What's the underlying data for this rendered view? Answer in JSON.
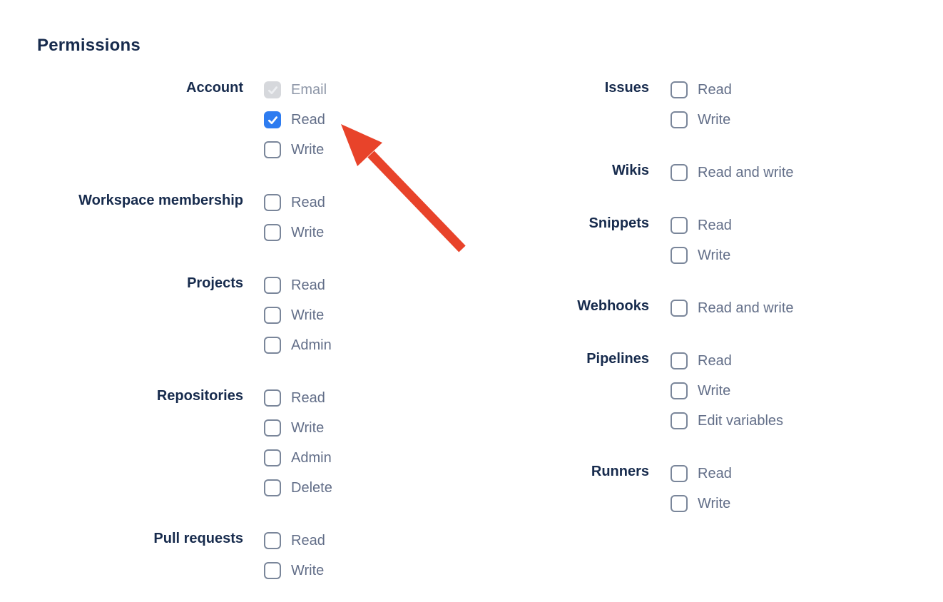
{
  "heading": "Permissions",
  "colors": {
    "heading_text": "#172B4D",
    "group_label_text": "#172B4D",
    "checkbox_label_text": "#626E88",
    "disabled_label_text": "#8E97A8",
    "checkbox_border": "#7A869A",
    "checkbox_checked_bg": "#2E7CF0",
    "checkbox_disabled_bg": "#D6D8DC",
    "arrow": "#E8432A"
  },
  "columns": [
    {
      "name": "left",
      "groups": [
        {
          "label": "Account",
          "items": [
            {
              "label": "Email",
              "state": "checked-disabled"
            },
            {
              "label": "Read",
              "state": "checked"
            },
            {
              "label": "Write",
              "state": "unchecked"
            }
          ]
        },
        {
          "label": "Workspace membership",
          "items": [
            {
              "label": "Read",
              "state": "unchecked"
            },
            {
              "label": "Write",
              "state": "unchecked"
            }
          ]
        },
        {
          "label": "Projects",
          "items": [
            {
              "label": "Read",
              "state": "unchecked"
            },
            {
              "label": "Write",
              "state": "unchecked"
            },
            {
              "label": "Admin",
              "state": "unchecked"
            }
          ]
        },
        {
          "label": "Repositories",
          "items": [
            {
              "label": "Read",
              "state": "unchecked"
            },
            {
              "label": "Write",
              "state": "unchecked"
            },
            {
              "label": "Admin",
              "state": "unchecked"
            },
            {
              "label": "Delete",
              "state": "unchecked"
            }
          ]
        },
        {
          "label": "Pull requests",
          "items": [
            {
              "label": "Read",
              "state": "unchecked"
            },
            {
              "label": "Write",
              "state": "unchecked"
            }
          ]
        }
      ]
    },
    {
      "name": "right",
      "groups": [
        {
          "label": "Issues",
          "items": [
            {
              "label": "Read",
              "state": "unchecked"
            },
            {
              "label": "Write",
              "state": "unchecked"
            }
          ]
        },
        {
          "label": "Wikis",
          "items": [
            {
              "label": "Read and write",
              "state": "unchecked"
            }
          ]
        },
        {
          "label": "Snippets",
          "items": [
            {
              "label": "Read",
              "state": "unchecked"
            },
            {
              "label": "Write",
              "state": "unchecked"
            }
          ]
        },
        {
          "label": "Webhooks",
          "items": [
            {
              "label": "Read and write",
              "state": "unchecked"
            }
          ]
        },
        {
          "label": "Pipelines",
          "items": [
            {
              "label": "Read",
              "state": "unchecked"
            },
            {
              "label": "Write",
              "state": "unchecked"
            },
            {
              "label": "Edit variables",
              "state": "unchecked"
            }
          ]
        },
        {
          "label": "Runners",
          "items": [
            {
              "label": "Read",
              "state": "unchecked"
            },
            {
              "label": "Write",
              "state": "unchecked"
            }
          ]
        }
      ]
    }
  ],
  "annotation": {
    "type": "arrow",
    "points_at": "Account Read checkbox",
    "color": "#E8432A"
  }
}
